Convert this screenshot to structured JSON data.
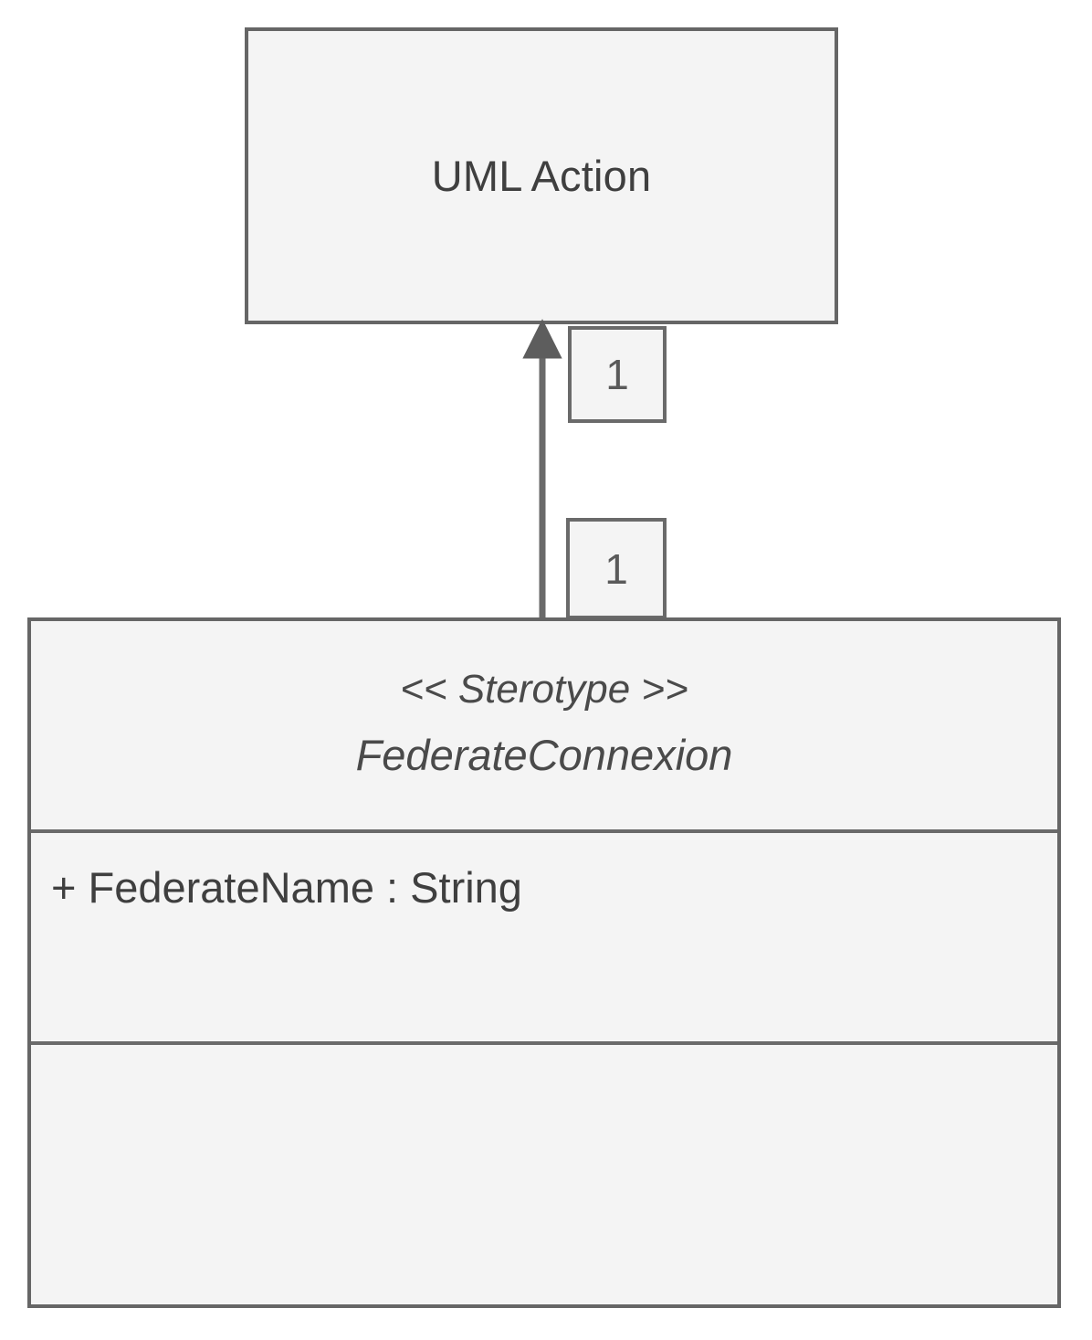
{
  "diagram": {
    "type": "uml-class-diagram",
    "background_color": "#ffffff",
    "box_fill_color": "#f4f4f4",
    "box_border_color": "#666666",
    "text_color": "#3f3f3f"
  },
  "superclass": {
    "name": "UML Action"
  },
  "relationship": {
    "kind": "generalization",
    "arrow": "closed-filled-triangle",
    "source_multiplicity": "1",
    "target_multiplicity": "1"
  },
  "subclass": {
    "stereotype": "<< Sterotype >>",
    "name": "FederateConnexion",
    "attributes": [
      "+ FederateName : String"
    ],
    "operations": []
  }
}
